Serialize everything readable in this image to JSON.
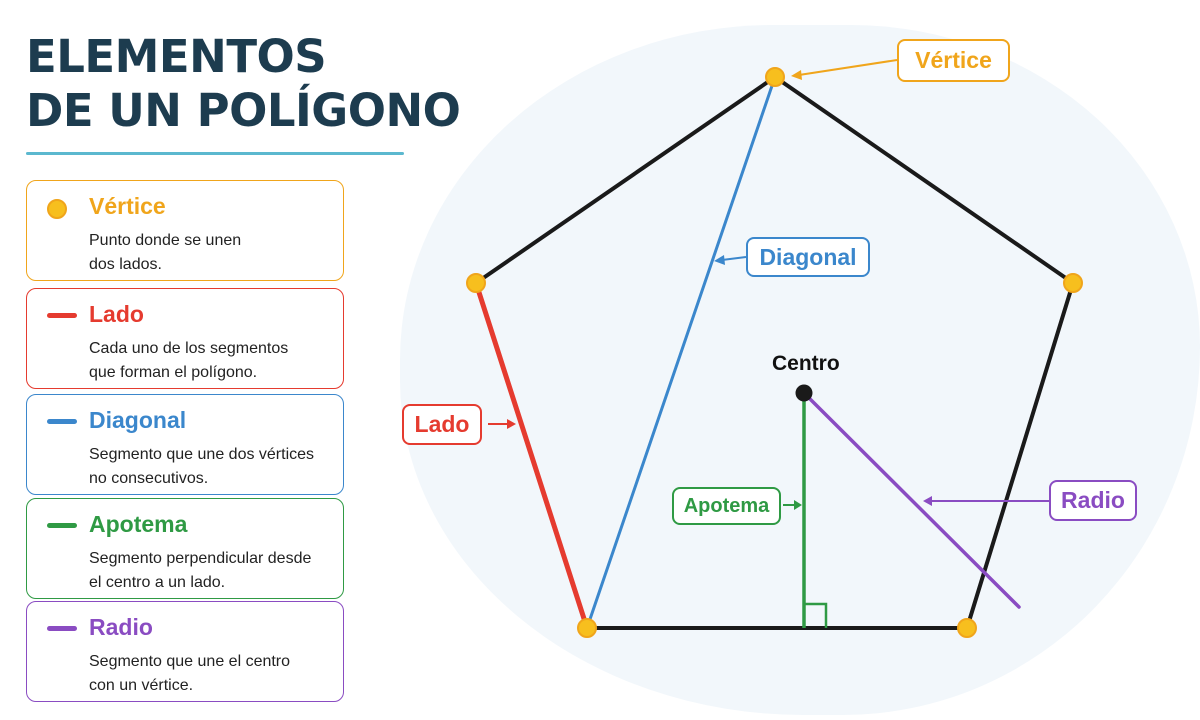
{
  "title": {
    "line1": "ELEMENTOS",
    "line2": "DE UN POLÍGONO"
  },
  "legend": [
    {
      "title": "Vértice",
      "line1": "Punto donde se unen",
      "line2": "dos lados.",
      "color": "#f0a51b",
      "marker": "dot"
    },
    {
      "title": "Lado",
      "line1": "Cada uno de los segmentos",
      "line2": "que forman el polígono.",
      "color": "#e53b2f",
      "marker": "bar"
    },
    {
      "title": "Diagonal",
      "line1": "Segmento que une dos vértices",
      "line2": "no consecutivos.",
      "color": "#3b87cc",
      "marker": "bar"
    },
    {
      "title": "Apotema",
      "line1": "Segmento perpendicular desde",
      "line2": "el centro a un lado.",
      "color": "#2f9a44",
      "marker": "bar"
    },
    {
      "title": "Radio",
      "line1": "Segmento que une el centro",
      "line2": "con un vértice.",
      "color": "#8a4cc2",
      "marker": "bar"
    }
  ],
  "diagram": {
    "labels": {
      "vertice": "Vértice",
      "diagonal": "Diagonal",
      "lado": "Lado",
      "apotema": "Apotema",
      "radio": "Radio",
      "centro": "Centro"
    },
    "colors": {
      "outline": "#1a1a1a",
      "vertex": "#f7bf1e",
      "vertice": "#f0a51b",
      "lado": "#e53b2f",
      "diagonal": "#3b87cc",
      "apotema": "#2f9a44",
      "radio": "#8a4cc2"
    }
  }
}
